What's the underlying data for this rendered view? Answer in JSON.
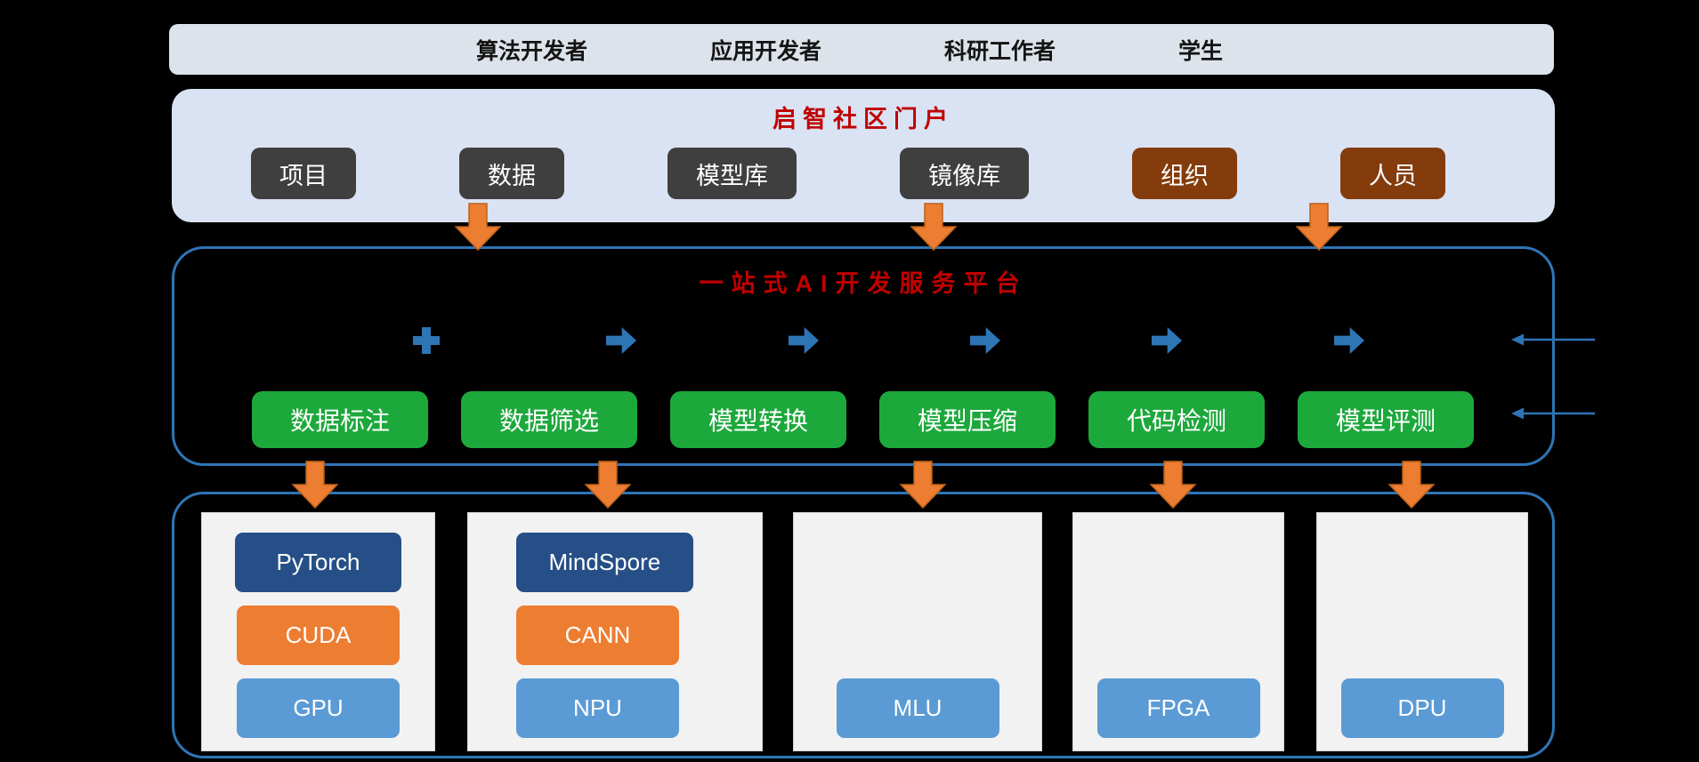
{
  "top_bar": {
    "users": [
      "算法开发者",
      "应用开发者",
      "科研工作者",
      "学生"
    ]
  },
  "portal": {
    "title": "启智社区门户",
    "items": [
      {
        "label": "项目",
        "color": "dark"
      },
      {
        "label": "数据",
        "color": "dark"
      },
      {
        "label": "模型库",
        "color": "dark"
      },
      {
        "label": "镜像库",
        "color": "dark"
      },
      {
        "label": "组织",
        "color": "brown"
      },
      {
        "label": "人员",
        "color": "brown"
      }
    ]
  },
  "platform": {
    "title": "一站式AI开发服务平台",
    "tools": [
      "数据标注",
      "数据筛选",
      "模型转换",
      "模型压缩",
      "代码检测",
      "模型评测"
    ]
  },
  "hardware": {
    "cards": [
      {
        "stack": [
          {
            "label": "PyTorch",
            "color": "navy"
          },
          {
            "label": "CUDA",
            "color": "orange"
          },
          {
            "label": "GPU",
            "color": "blue"
          }
        ]
      },
      {
        "stack": [
          {
            "label": "MindSpore",
            "color": "navy"
          },
          {
            "label": "CANN",
            "color": "orange"
          },
          {
            "label": "NPU",
            "color": "blue"
          }
        ]
      },
      {
        "stack": [
          {
            "label": "MLU",
            "color": "blue"
          }
        ]
      },
      {
        "stack": [
          {
            "label": "FPGA",
            "color": "blue"
          }
        ]
      },
      {
        "stack": [
          {
            "label": "DPU",
            "color": "blue"
          }
        ]
      }
    ]
  },
  "colors": {
    "red_title": "#C00000",
    "portal_bg": "#DAE3F3",
    "topbar_bg": "#DDE3EA",
    "dark": "#3F3F3F",
    "brown": "#843C0C",
    "green": "#1DA83C",
    "orange": "#ED7D31",
    "navy": "#254F86",
    "light_blue": "#5B9BD5",
    "blue_border": "#2E75B6",
    "blue_icon": "#2E75B6"
  }
}
